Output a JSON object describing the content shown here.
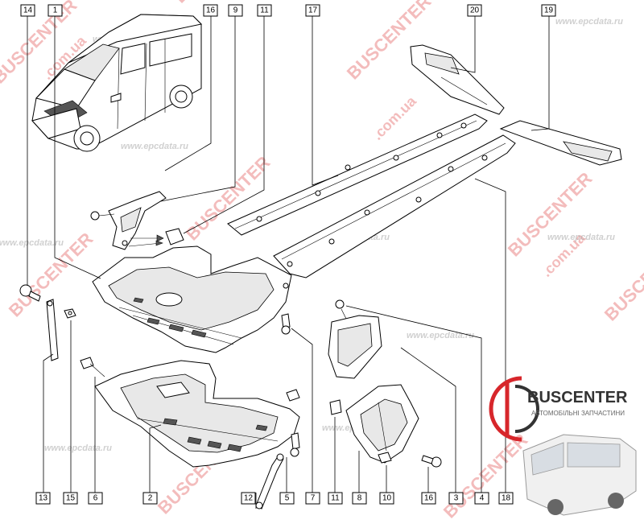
{
  "callouts": [
    {
      "id": "c14",
      "label": "14"
    },
    {
      "id": "c1",
      "label": "1"
    },
    {
      "id": "c16t",
      "label": "16"
    },
    {
      "id": "c9",
      "label": "9"
    },
    {
      "id": "c11t",
      "label": "11"
    },
    {
      "id": "c17",
      "label": "17"
    },
    {
      "id": "c20",
      "label": "20"
    },
    {
      "id": "c19",
      "label": "19"
    },
    {
      "id": "c13",
      "label": "13"
    },
    {
      "id": "c15",
      "label": "15"
    },
    {
      "id": "c6",
      "label": "6"
    },
    {
      "id": "c2",
      "label": "2"
    },
    {
      "id": "c12",
      "label": "12"
    },
    {
      "id": "c5",
      "label": "5"
    },
    {
      "id": "c7",
      "label": "7"
    },
    {
      "id": "c11b",
      "label": "11"
    },
    {
      "id": "c8",
      "label": "8"
    },
    {
      "id": "c10",
      "label": "10"
    },
    {
      "id": "c16b",
      "label": "16"
    },
    {
      "id": "c3",
      "label": "3"
    },
    {
      "id": "c4",
      "label": "4"
    },
    {
      "id": "c18",
      "label": "18"
    }
  ],
  "watermarks": {
    "buscenter": "BUSCENTER",
    "buscenter_domain": "BUSCENTER.com.ua",
    "com_ua": ".com.ua",
    "epcdata": "www.epcdata.ru"
  },
  "brand": {
    "name": "BUSCENTER",
    "subtitle": "АВТОМОБІЛЬНІ ЗАПЧАСТИНИ"
  },
  "colors": {
    "watermark_red": "#e05050",
    "logo_red": "#d7262b"
  }
}
